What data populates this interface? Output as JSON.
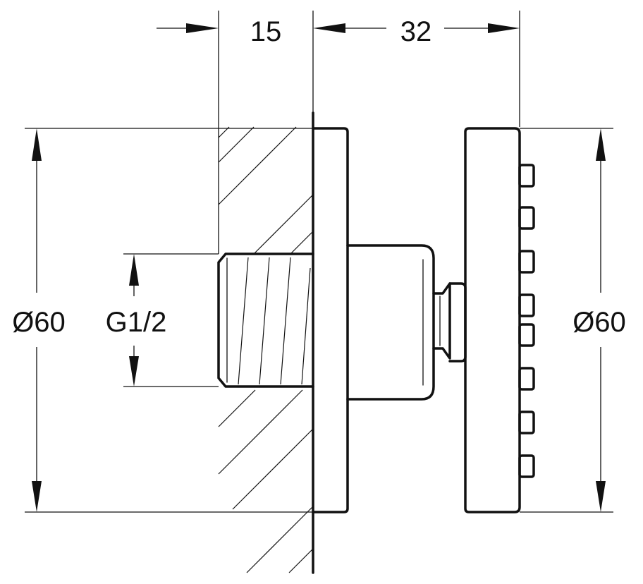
{
  "dimensions": {
    "depth_wall": "15",
    "depth_head": "32",
    "dia_left": "Ø60",
    "dia_right": "Ø60",
    "thread": "G1/2"
  }
}
